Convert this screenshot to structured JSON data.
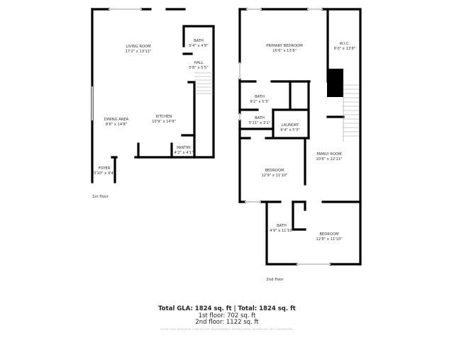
{
  "floor1": {
    "label": "1st floor",
    "rooms": [
      {
        "name": "LIVING ROOM",
        "dims": "17'2\" x 13'11\""
      },
      {
        "name": "BATH",
        "dims": "5'4\" x 4'9\""
      },
      {
        "name": "HALL",
        "dims": "5'8\" x 5'5\""
      },
      {
        "name": "DINING AREA",
        "dims": "8'8\" x 14'8\""
      },
      {
        "name": "KITCHEN",
        "dims": "10'9\" x 14'8\""
      },
      {
        "name": "PANTRY",
        "dims": "4'2\" x 4'1\""
      },
      {
        "name": "FOYER",
        "dims": "3'10\" x 4'4\""
      }
    ]
  },
  "floor2": {
    "label": "2nd floor",
    "rooms": [
      {
        "name": "PRIMARY BEDROOM",
        "dims": "16'6\" x 13'8\""
      },
      {
        "name": "W.I.C.",
        "dims": "6'0\" x 13'8\""
      },
      {
        "name": "BATH",
        "dims": "9'2\" x 5'3\""
      },
      {
        "name": "BATH",
        "dims": "5'11\" x 3'1\""
      },
      {
        "name": "LAUNDRY",
        "dims": "6'4\" x 5'3\""
      },
      {
        "name": "FAMILY ROOM",
        "dims": "10'6\" x 22'11\""
      },
      {
        "name": "BEDROOM",
        "dims": "12'9\" x 11'10\""
      },
      {
        "name": "BATH",
        "dims": "4'9\" x 11'10\""
      },
      {
        "name": "BEDROOM",
        "dims": "12'8\" x 11'10\""
      }
    ]
  },
  "totals": {
    "line1": "Total GLA: 1824 sq. ft | Total: 1824 sq. ft",
    "line2": "1st floor: 702 sq. ft",
    "line3": "2nd floor: 1122 sq. ft"
  },
  "disclaimer": "FLOOR PLAN CREATED BY CUBICASA APP. MEASUREMENTS DEEMED HIGHLY RELIABLE BUT NOT GUARANTEED."
}
